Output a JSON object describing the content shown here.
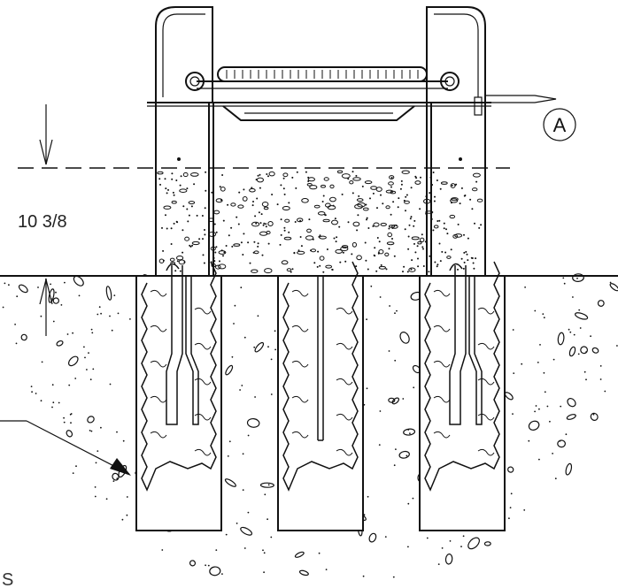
{
  "dimension": {
    "value": "10 3/8"
  },
  "callout": {
    "letter": "A"
  },
  "edge_text": {
    "bottom_left": "S"
  },
  "colors": {
    "line": "#111111",
    "background": "#ffffff"
  }
}
